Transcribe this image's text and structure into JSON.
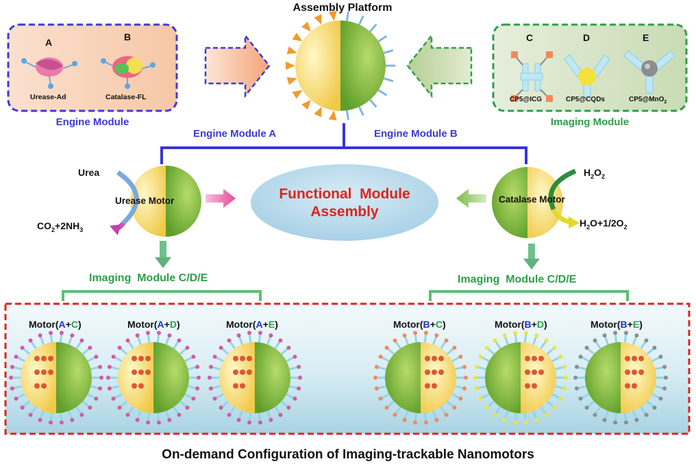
{
  "platform": {
    "title": "Assembly Platform"
  },
  "engine_module": {
    "title": "Engine Module",
    "items": [
      {
        "letter": "A",
        "label": "Urease-Ad"
      },
      {
        "letter": "B",
        "label": "Catalase-FL"
      }
    ]
  },
  "imaging_module": {
    "title": "Imaging Module",
    "items": [
      {
        "letter": "C",
        "label": "CP5@ICG"
      },
      {
        "letter": "D",
        "label": "CP5@CQDs"
      },
      {
        "letter": "E",
        "label": "CP5@MnO",
        "sub": "2"
      }
    ]
  },
  "branches": {
    "left": "Engine Module A",
    "right": "Engine Module B"
  },
  "urease": {
    "substrate": "Urea",
    "motor": "Urease Motor",
    "product_pre": "CO",
    "product_sub1": "2",
    "product_mid": "+2NH",
    "product_sub2": "3"
  },
  "catalase": {
    "substrate_pre": "H",
    "substrate_sub1": "2",
    "substrate_mid": "O",
    "substrate_sub2": "2",
    "motor": "Catalase Motor",
    "product_pre": "H",
    "product_sub1": "2",
    "product_mid": "O+1/2O",
    "product_sub2": "2"
  },
  "center": {
    "line1": "Functional  Module",
    "line2": "Assembly"
  },
  "imaging_left": "Imaging  Module C/D/E",
  "imaging_right": "Imaging  Module C/D/E",
  "motors": [
    {
      "pre": "Motor(",
      "a": "A",
      "plus": "+",
      "b": "C",
      "post": ")"
    },
    {
      "pre": "Motor(",
      "a": "A",
      "plus": "+",
      "b": "D",
      "post": ")"
    },
    {
      "pre": "Motor(",
      "a": "A",
      "plus": "+",
      "b": "E",
      "post": ")"
    },
    {
      "pre": "Motor(",
      "a": "B",
      "plus": "+",
      "b": "C",
      "post": ")"
    },
    {
      "pre": "Motor(",
      "a": "B",
      "plus": "+",
      "b": "D",
      "post": ")"
    },
    {
      "pre": "Motor(",
      "a": "B",
      "plus": "+",
      "b": "E",
      "post": ")"
    }
  ],
  "caption": "On-demand Configuration of Imaging-trackable Nanomotors",
  "colors": {
    "blue": "#3a3ad6",
    "green": "#2e9e4a",
    "red": "#e0231b"
  }
}
